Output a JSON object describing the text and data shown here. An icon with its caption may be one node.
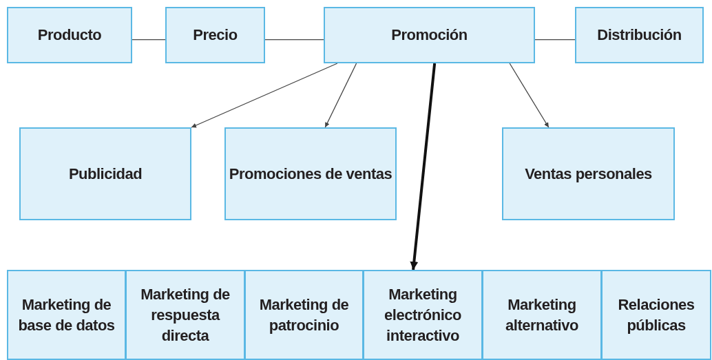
{
  "diagram": {
    "nodes": [
      {
        "text": [
          "Producto"
        ]
      },
      {
        "text": [
          "Precio"
        ]
      },
      {
        "text": [
          "Promoción"
        ]
      },
      {
        "text": [
          "Distribución"
        ]
      },
      {
        "text": [
          "Publicidad"
        ]
      },
      {
        "text": [
          "Promociones de ventas"
        ]
      },
      {
        "text": [
          "Ventas personales"
        ]
      },
      {
        "text": [
          "Marketing de base de datos"
        ]
      },
      {
        "text": [
          "Marketing de respuesta directa"
        ]
      },
      {
        "text": [
          "Marketing de patrocinio"
        ]
      },
      {
        "text": [
          "Marketing electrónico interactivo"
        ]
      },
      {
        "text": [
          "Marketing alternativo"
        ]
      },
      {
        "text": [
          "Relaciones públicas"
        ]
      }
    ],
    "edges": [
      {
        "from": 0,
        "to": 1,
        "arrow": "none"
      },
      {
        "from": 1,
        "to": 2,
        "arrow": "none"
      },
      {
        "from": 2,
        "to": 3,
        "arrow": "none"
      },
      {
        "from": 2,
        "to": 4,
        "arrow": "to"
      },
      {
        "from": 2,
        "to": 5,
        "arrow": "to"
      },
      {
        "from": 2,
        "to": 10,
        "arrow": "to",
        "style": "thick"
      },
      {
        "from": 2,
        "to": 6,
        "arrow": "to"
      }
    ]
  }
}
